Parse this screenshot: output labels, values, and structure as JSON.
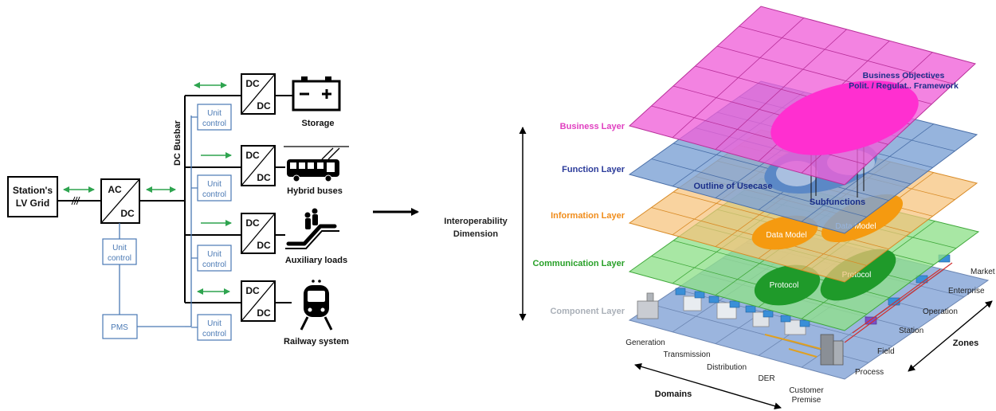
{
  "left_diagram": {
    "grid_box": [
      "Station's",
      "LV Grid"
    ],
    "converter_main": {
      "top": "AC",
      "bottom": "DC"
    },
    "dcdc": {
      "top": "DC",
      "bottom": "DC"
    },
    "busbar_label": "DC Busbar",
    "unit_control": [
      "Unit",
      "control"
    ],
    "pms": "PMS",
    "loads": {
      "storage": "Storage",
      "buses": "Hybrid buses",
      "auxiliary": "Auxiliary loads",
      "railway": "Railway system"
    },
    "colors": {
      "bidirectional_arrow": "#2ea44f",
      "control_line": "#4a79b4"
    }
  },
  "sgam": {
    "interop_axis_label": [
      "Interoperability",
      "Dimension"
    ],
    "layers": {
      "business": "Business Layer",
      "function": "Function Layer",
      "information": "Information Layer",
      "communication": "Communication Layer",
      "component": "Component Layer"
    },
    "annotations": {
      "business_objectives": [
        "Business Objectives",
        "Polit. / Regulat.. Framework"
      ],
      "outline_usecase": "Outline of Usecase",
      "subfunctions": "Subfunctions",
      "data_model_1": "Data Model",
      "data_model_2": "Data Model",
      "protocol_1": "Protocol",
      "protocol_2": "Protocol"
    },
    "domains_title": "Domains",
    "domains": [
      "Generation",
      "Transmission",
      "Distribution",
      "DER",
      [
        "Customer",
        "Premise"
      ]
    ],
    "zones_title": "Zones",
    "zones": [
      "Process",
      "Field",
      "Station",
      "Operation",
      "Enterprise",
      "Market"
    ],
    "colors": {
      "business": "#f060d8",
      "function": "#7fa3d6",
      "information": "#f7c27a",
      "communication": "#8fe08a",
      "component": "#9bb5de"
    }
  }
}
